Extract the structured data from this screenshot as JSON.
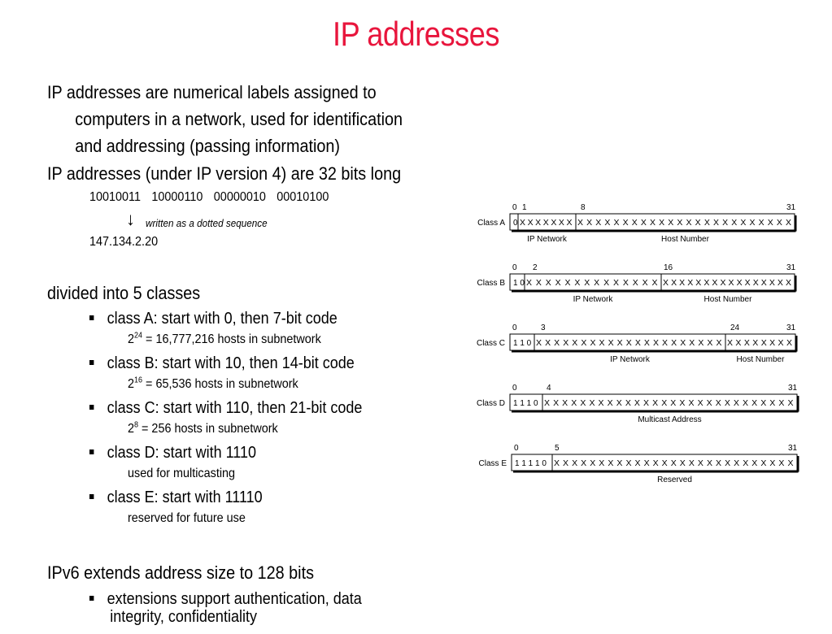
{
  "title": "IP addresses",
  "intro": {
    "line1": "IP addresses are numerical labels assigned to",
    "line2": "computers in a network, used for identification",
    "line3": "and addressing (passing information)"
  },
  "ipv4": {
    "heading": "IP addresses (under IP version 4) are 32 bits long",
    "binary": "10010011  10000110  00000010  00010100",
    "arrow": "↓",
    "note": "written as a dotted sequence",
    "dotted": "147.134.2.20"
  },
  "classes": {
    "heading": "divided into 5 classes",
    "items": [
      {
        "label": "class A: start with 0, then 7-bit code",
        "base": "2",
        "exp": "24",
        "rest": " = 16,777,216 hosts in subnetwork"
      },
      {
        "label": "class B: start with 10, then 14-bit code",
        "base": "2",
        "exp": "16",
        "rest": " = 65,536 hosts in subnetwork"
      },
      {
        "label": "class C: start with 110, then 21-bit code",
        "base": "2",
        "exp": "8",
        "rest": " = 256 hosts in subnetwork"
      },
      {
        "label": "class D: start with 1110",
        "note": "used for multicasting"
      },
      {
        "label": "class E: start with 11110",
        "note": "reserved for future use"
      }
    ]
  },
  "ipv6": {
    "heading": "IPv6 extends address size to 128 bits",
    "ext_line1": "extensions support authentication, data",
    "ext_line2": "integrity, confidentiality"
  },
  "diagram": {
    "rows": [
      {
        "name": "Class A",
        "prefix": "0",
        "ticks": [
          "0",
          "1",
          "8",
          "31"
        ],
        "bits_a": "XXXXXXX",
        "bits_b": "XXXXXXXXXXXXXXXXXXXXXXXX",
        "label_a": "IP Network",
        "label_b": "Host Number"
      },
      {
        "name": "Class B",
        "prefix": "1 0",
        "ticks": [
          "0",
          "2",
          "16",
          "31"
        ],
        "bits_a": "XXXXXXXXXXXXXX",
        "bits_b": "XXXXXXXXXXXXXXXX",
        "label_a": "IP Network",
        "label_b": "Host Number"
      },
      {
        "name": "Class C",
        "prefix": "1 1 0",
        "ticks": [
          "0",
          "3",
          "24",
          "31"
        ],
        "bits_a": "XXXXXXXXXXXXXXXXXXXXX",
        "bits_b": "XXXXXXXX",
        "label_a": "IP Network",
        "label_b": "Host Number"
      },
      {
        "name": "Class D",
        "prefix": "1 1 1 0",
        "ticks": [
          "0",
          "4",
          "31"
        ],
        "bits_a": "XXXXXXXXXXXXXXXXXXXXXXXXXXXX",
        "label_a": "Multicast Address"
      },
      {
        "name": "Class E",
        "prefix": "1 1 1 1 0",
        "ticks": [
          "0",
          "5",
          "31"
        ],
        "bits_a": "XXXXXXXXXXXXXXXXXXXXXXXXXXX",
        "label_a": "Reserved"
      }
    ]
  }
}
